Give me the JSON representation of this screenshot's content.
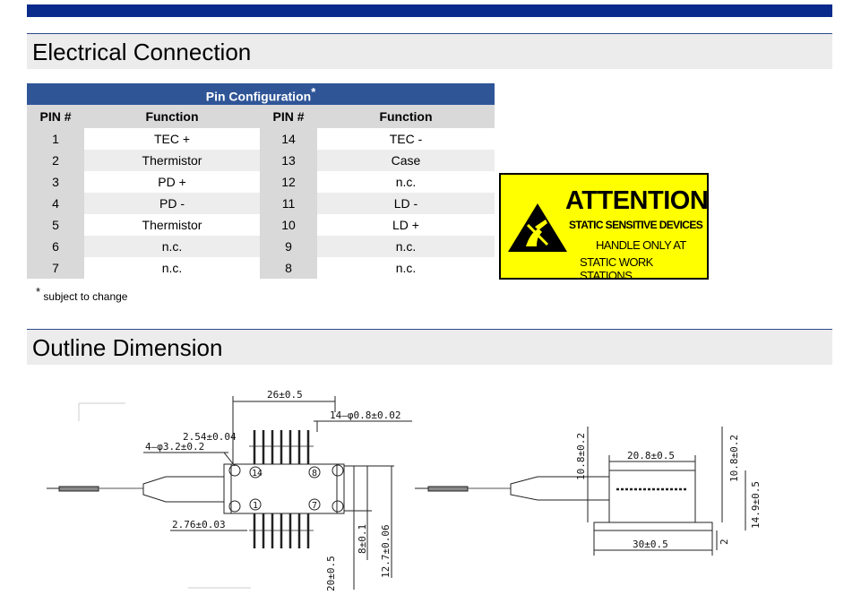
{
  "sections": {
    "electrical": "Electrical Connection",
    "outline": "Outline Dimension"
  },
  "pin_table": {
    "caption": "Pin Configuration",
    "caption_mark": "*",
    "headers": [
      "PIN #",
      "Function",
      "PIN #",
      "Function"
    ],
    "rows": [
      {
        "pin_a": "1",
        "fn_a": "TEC +",
        "pin_b": "14",
        "fn_b": "TEC -"
      },
      {
        "pin_a": "2",
        "fn_a": "Thermistor",
        "pin_b": "13",
        "fn_b": "Case"
      },
      {
        "pin_a": "3",
        "fn_a": "PD +",
        "pin_b": "12",
        "fn_b": "n.c."
      },
      {
        "pin_a": "4",
        "fn_a": "PD -",
        "pin_b": "11",
        "fn_b": "LD -"
      },
      {
        "pin_a": "5",
        "fn_a": "Thermistor",
        "pin_b": "10",
        "fn_b": "LD +"
      },
      {
        "pin_a": "6",
        "fn_a": "n.c.",
        "pin_b": "9",
        "fn_b": "n.c."
      },
      {
        "pin_a": "7",
        "fn_a": "n.c.",
        "pin_b": "8",
        "fn_b": "n.c."
      }
    ]
  },
  "footnote": {
    "mark": "*",
    "text": " subject to change"
  },
  "attention": {
    "title": "ATTENTION",
    "line2": "STATIC SENSITIVE DEVICES",
    "line3": "HANDLE ONLY AT",
    "line4": "STATIC WORK STATIONS",
    "icon": "esd-warning-icon"
  },
  "dimensions": {
    "width_top": "26±0.5",
    "pins_dia": "14–φ0.8±0.02",
    "pitch": "2.54±0.04",
    "mount_holes": "4–φ3.2±0.2",
    "edge": "2.76±0.03",
    "body_h": "8±0.1",
    "flange_h": "12.7±0.06",
    "lead_span": "20±0.5",
    "pin14": "14",
    "pin8": "8",
    "pin1": "1",
    "pin7": "7",
    "side_top": "20.8±0.5",
    "side_bottom": "30±0.5",
    "side_left_h": "10.8±0.2",
    "side_right_h": "10.8±0.2",
    "side_total_h": "14.9±0.5",
    "side_base": "2"
  },
  "colors": {
    "topbar": "#0a2a8c",
    "table_header": "#2f5597",
    "attention_bg": "#ffff00"
  }
}
